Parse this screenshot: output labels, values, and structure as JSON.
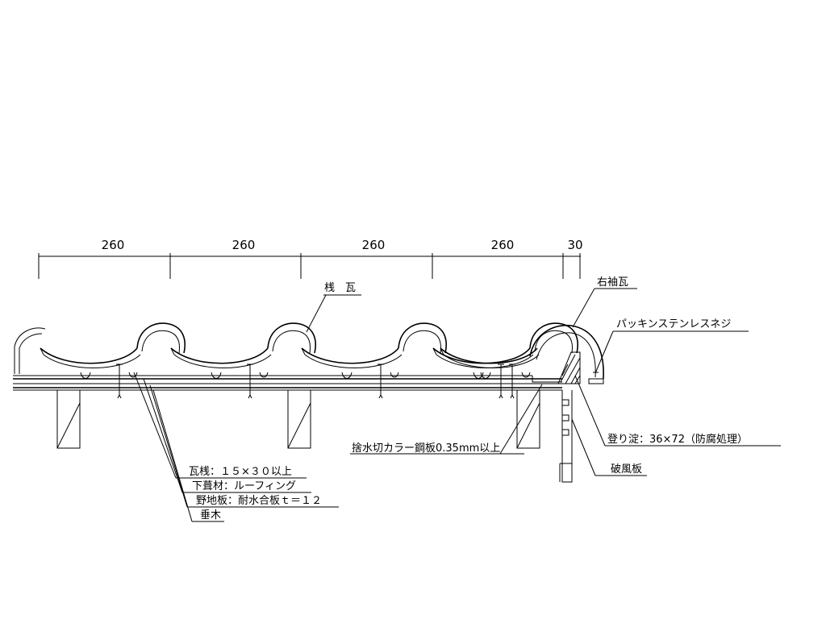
{
  "dimensions": [
    "260",
    "260",
    "260",
    "260",
    "30"
  ],
  "labels": {
    "sangawara": "桟　瓦",
    "migisodegawara": "右袖瓦",
    "packing_screw": "パッキンステンレスネジ",
    "noborri_yodo": "登り淀：36×72（防腐処理）",
    "hafuita": "破風板",
    "mizukiri": "捨水切カラー鋼板0.35mm以上",
    "kawarazan": "瓦桟：１５×３０以上",
    "shitabuki": "下葺材：ルーフィング",
    "nojiita": "野地板：耐水合板ｔ＝１２",
    "taruki": "垂木"
  },
  "colors": {
    "line": "#000000",
    "background": "#ffffff"
  }
}
